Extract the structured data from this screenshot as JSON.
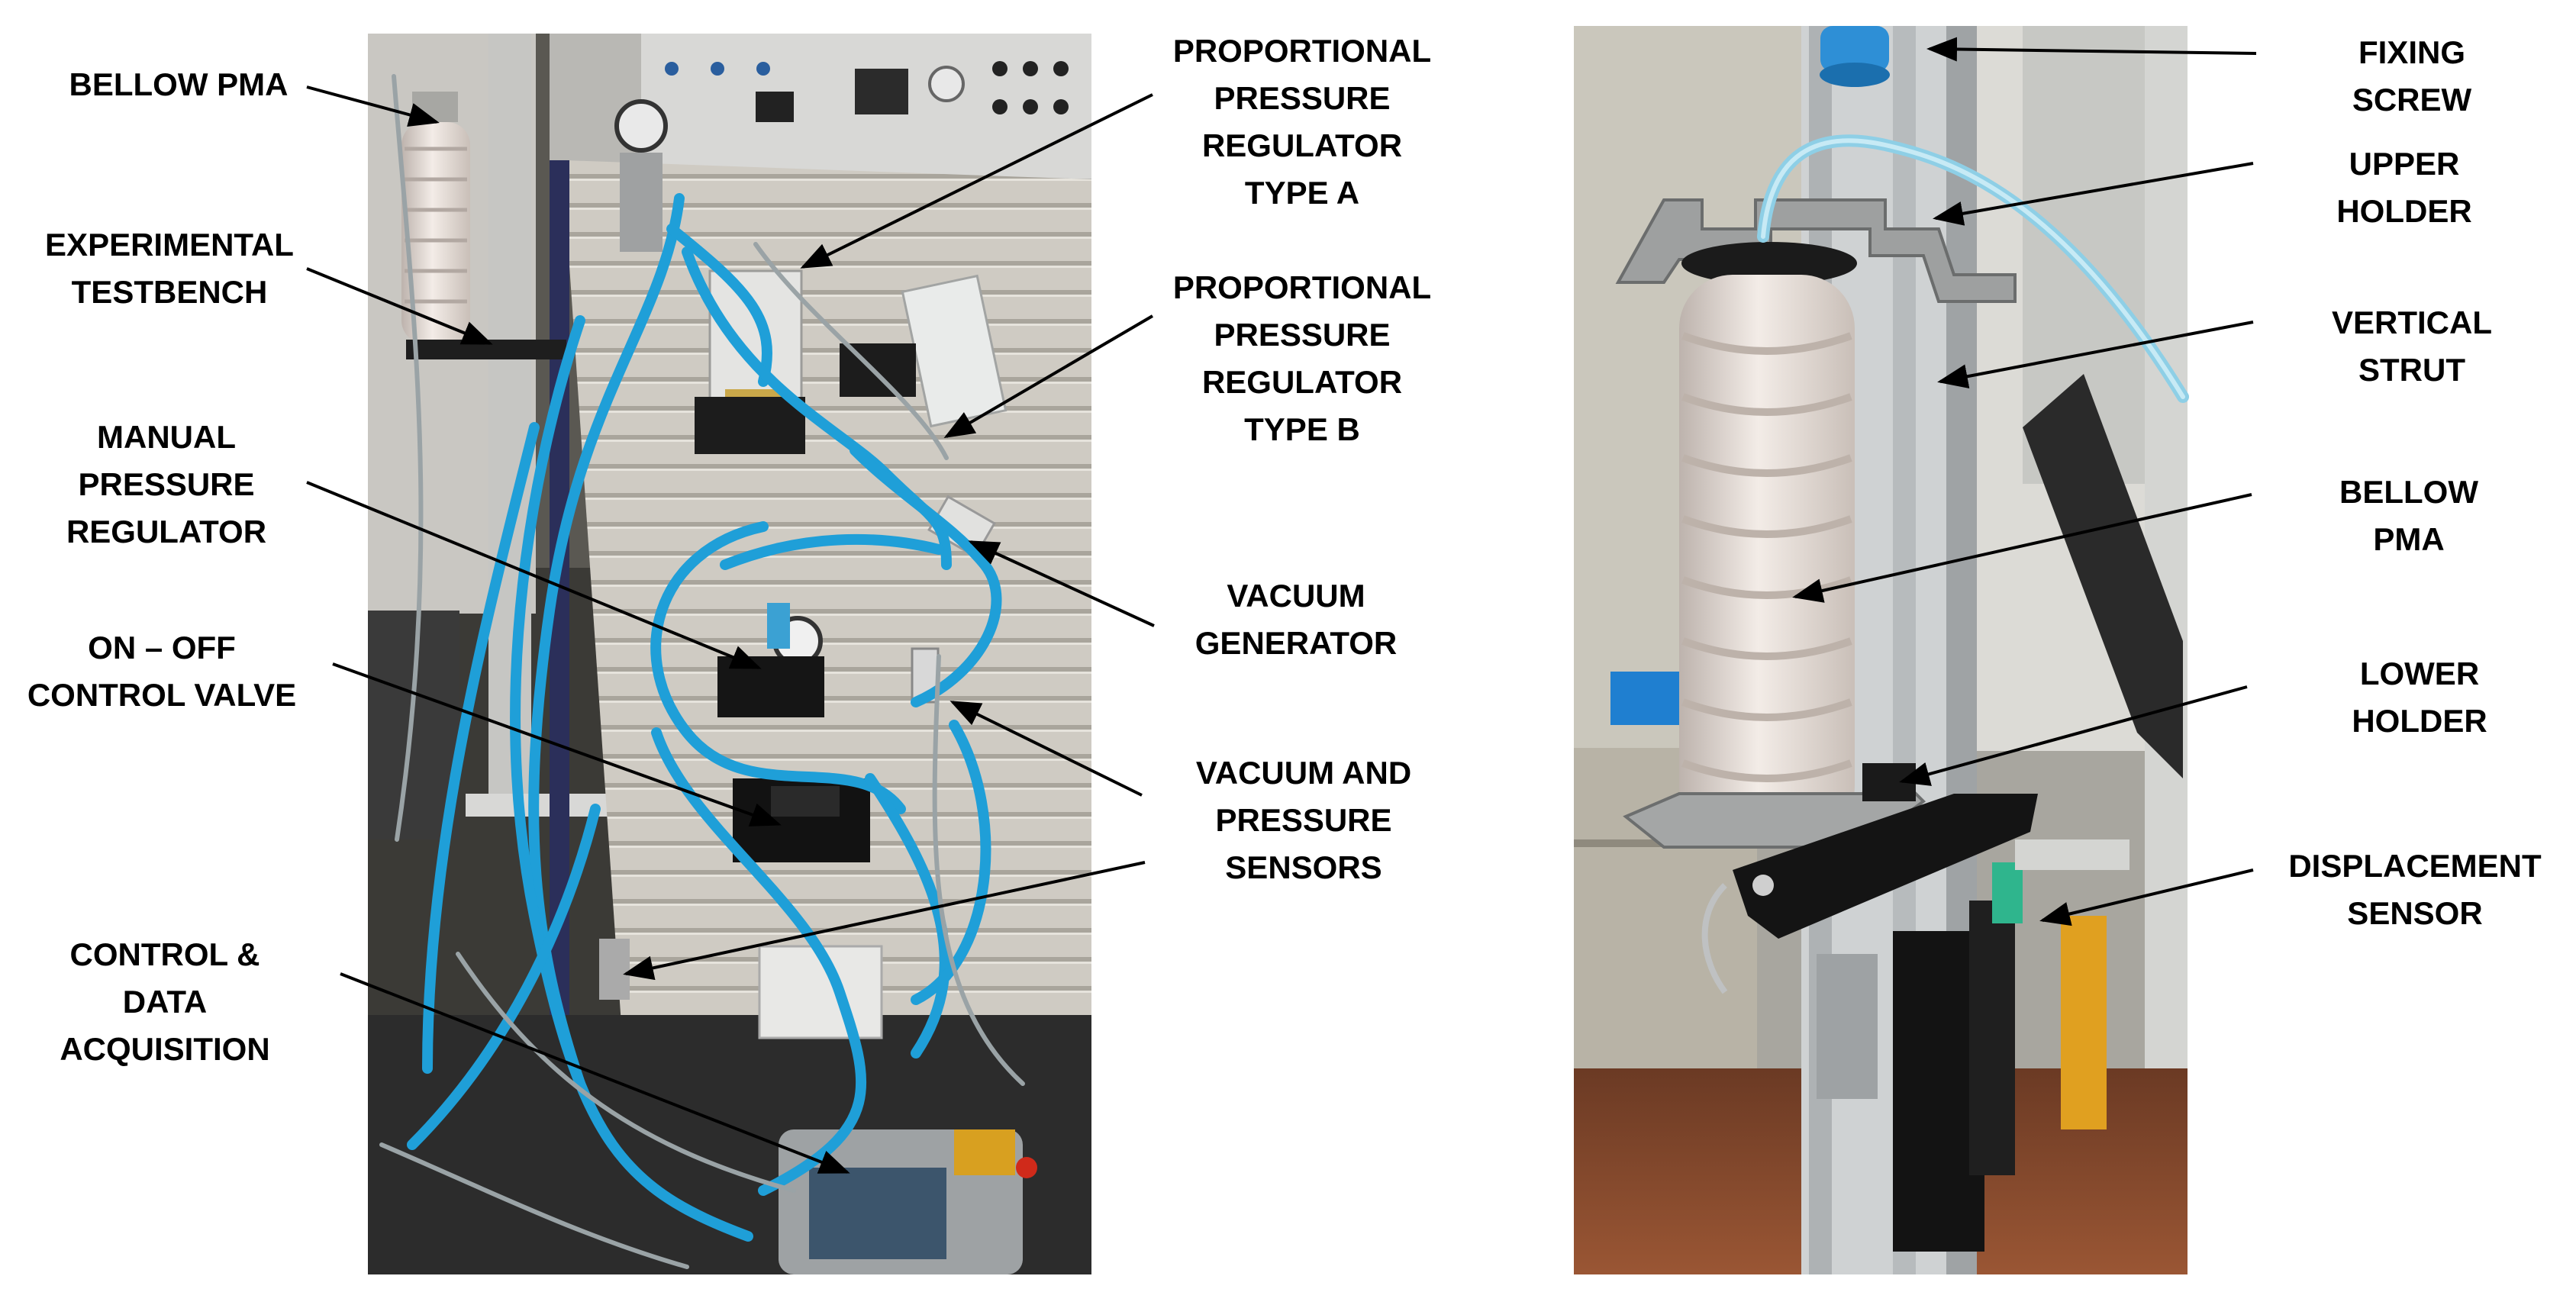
{
  "left_labels": [
    {
      "id": "bellow-pma",
      "text": "BELLOW PMA"
    },
    {
      "id": "experimental-testbench",
      "text": "EXPERIMENTAL\nTESTBENCH"
    },
    {
      "id": "manual-pressure-regulator",
      "text": "MANUAL\nPRESSURE\nREGULATOR"
    },
    {
      "id": "on-off-control-valve",
      "text": "ON – OFF\nCONTROL VALVE"
    },
    {
      "id": "control-data-acquisition",
      "text": "CONTROL &\nDATA\nACQUISITION"
    },
    {
      "id": "regulator-type-a",
      "text": "PROPORTIONAL\nPRESSURE\nREGULATOR\nTYPE A"
    },
    {
      "id": "regulator-type-b",
      "text": "PROPORTIONAL\nPRESSURE\nREGULATOR\nTYPE B"
    },
    {
      "id": "vacuum-generator",
      "text": "VACUUM\nGENERATOR"
    },
    {
      "id": "vacuum-pressure-sensors",
      "text": "VACUUM AND\nPRESSURE\nSENSORS"
    }
  ],
  "right_labels": [
    {
      "id": "fixing-screw",
      "text": "FIXING SCREW"
    },
    {
      "id": "upper-holder",
      "text": "UPPER HOLDER"
    },
    {
      "id": "vertical-strut",
      "text": "VERTICAL STRUT"
    },
    {
      "id": "bellow-pma-right",
      "text": "BELLOW PMA"
    },
    {
      "id": "lower-holder",
      "text": "LOWER HOLDER"
    },
    {
      "id": "displacement-sensor",
      "text": "DISPLACEMENT\nSENSOR"
    }
  ],
  "colors": {
    "label_text": "#000000",
    "tubing": "#1f9fd8",
    "panel": "#d3d0c8",
    "bellow": "#ece4de",
    "floor": "#8a4a2e"
  }
}
